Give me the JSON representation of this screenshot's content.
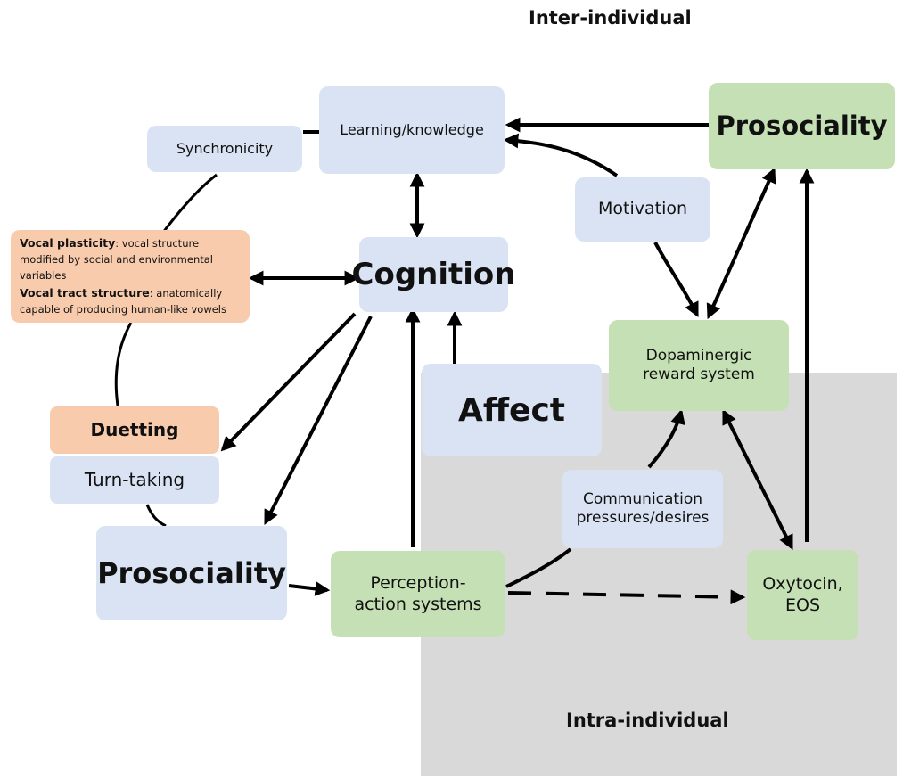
{
  "headings": {
    "inter": "Inter-individual",
    "intra": "Intra-individual"
  },
  "nodes": {
    "learning": "Learning/knowledge",
    "prosociality_top": "Prosociality",
    "synchronicity": "Synchronicity",
    "motivation": "Motivation",
    "cognition": "Cognition",
    "vocal_plasticity_term": "Vocal plasticity",
    "vocal_plasticity_desc": ": vocal structure modified by social and environmental variables",
    "vocal_tract_term": "Vocal tract structure",
    "vocal_tract_desc": ": anatomically capable of producing human-like vowels",
    "dopaminergic": "Dopaminergic reward system",
    "affect": "Affect",
    "duetting": "Duetting",
    "turn_taking": "Turn-taking",
    "communication": "Communication pressures/desires",
    "prosociality_bottom": "Prosociality",
    "perception": "Perception-action systems",
    "oxytocin": "Oxytocin, EOS"
  },
  "colors": {
    "blue_box": "#dae3f3",
    "green_box": "#c5e0b4",
    "orange_box": "#f8cbad",
    "intra_region": "#d9d9d9",
    "arrow": "#000000"
  }
}
